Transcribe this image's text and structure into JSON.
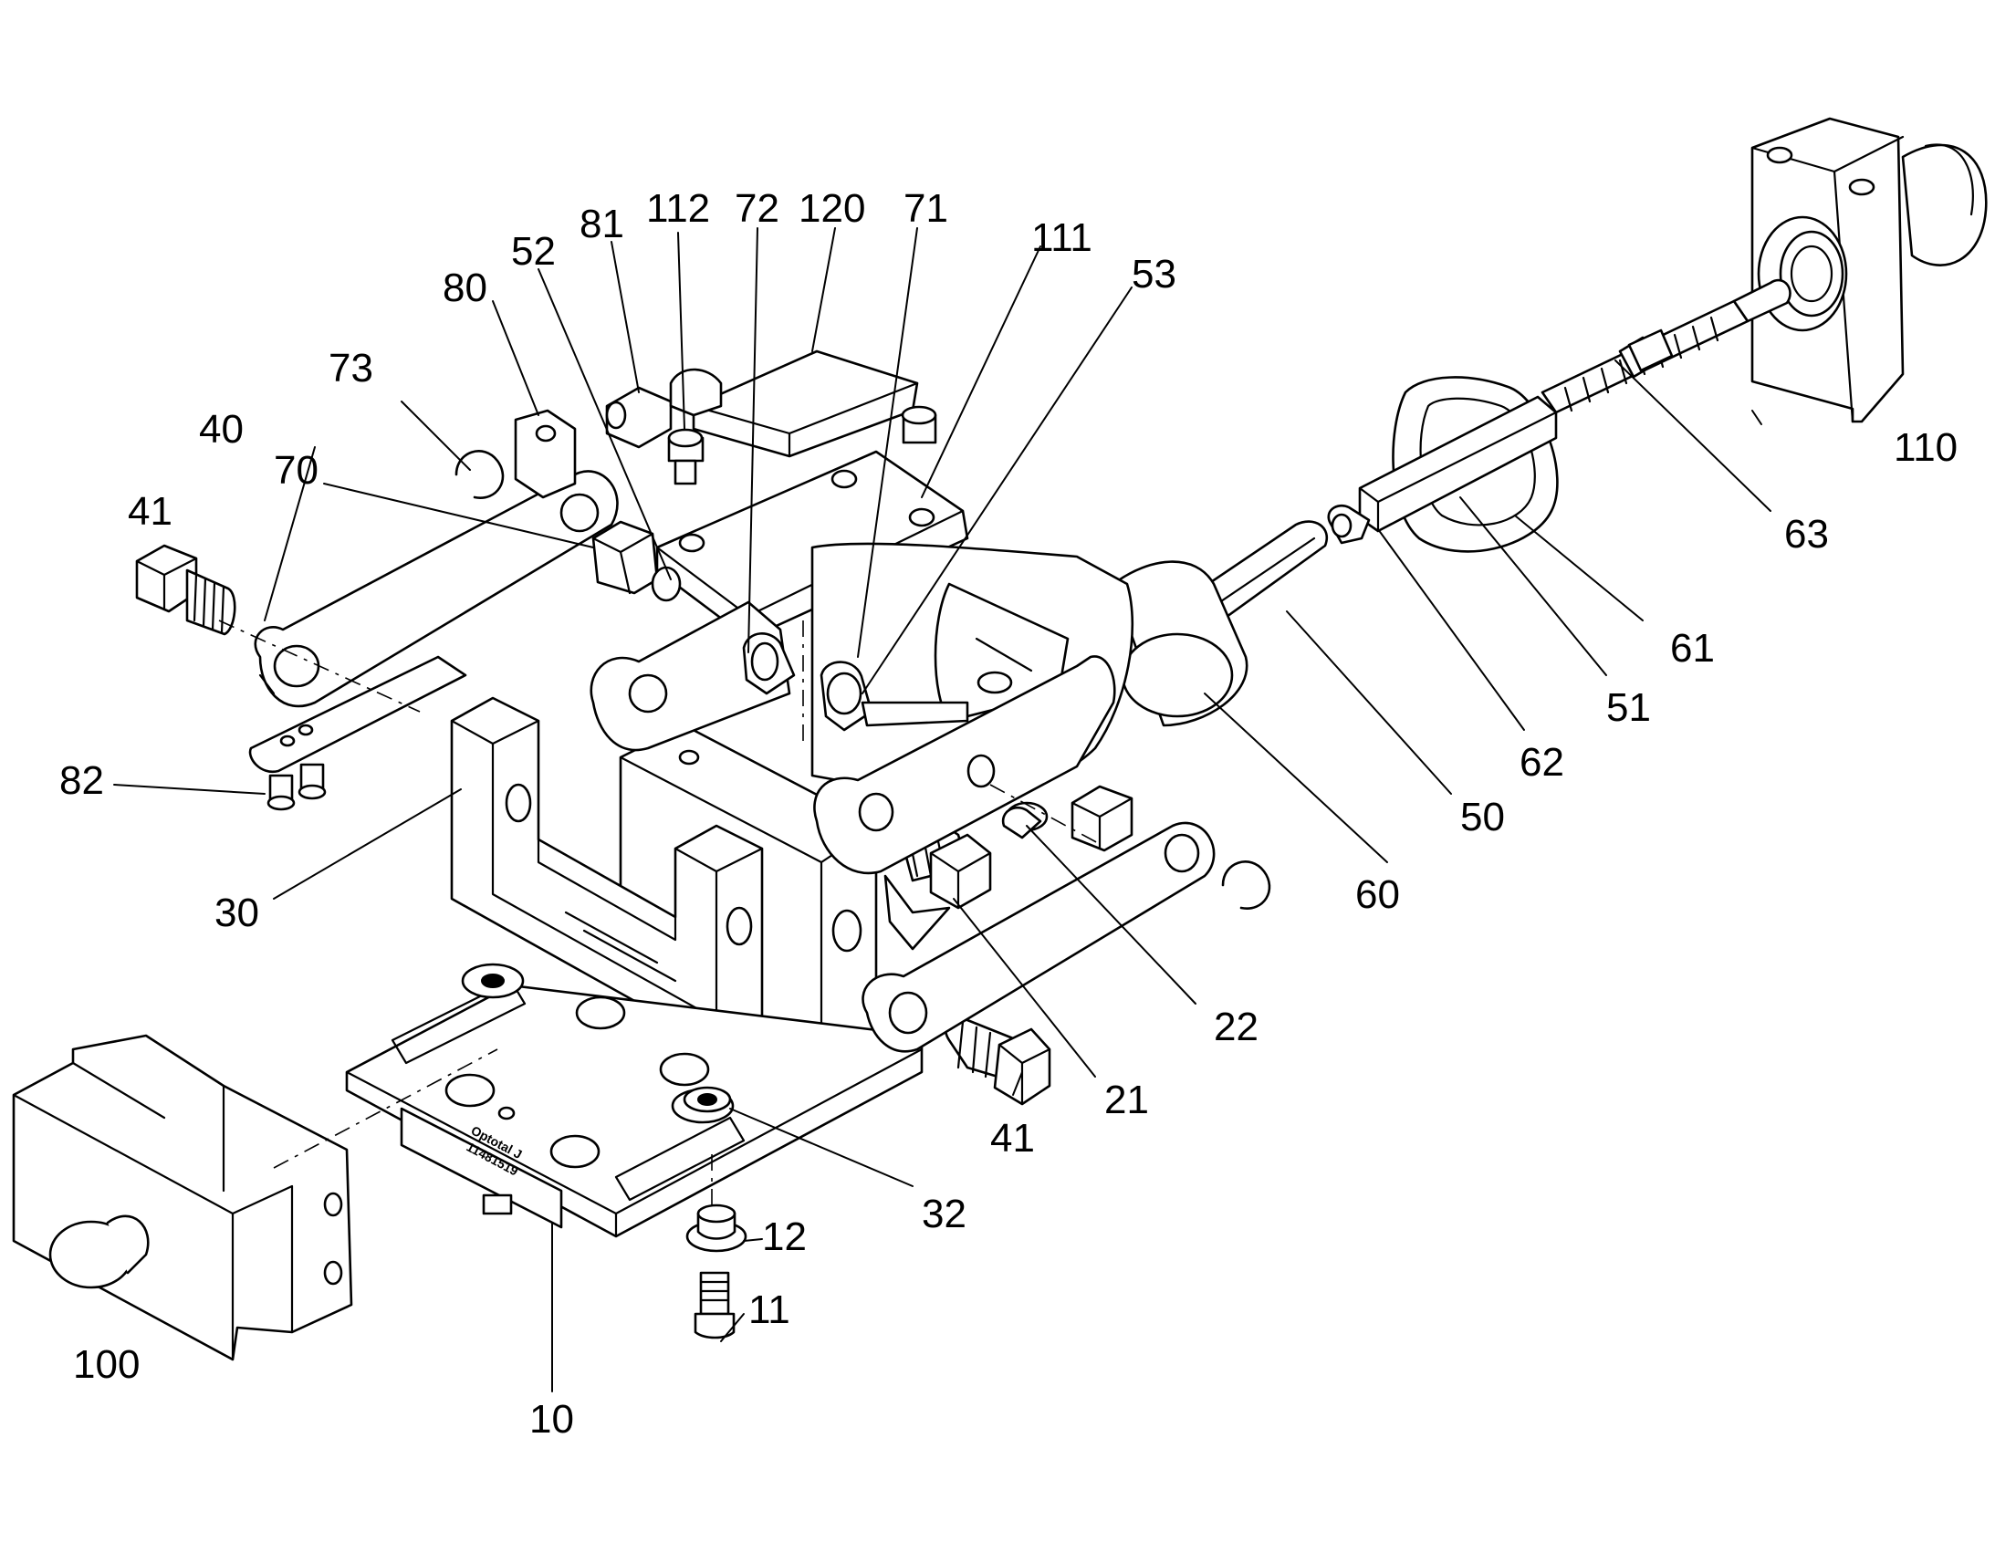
{
  "plate_text": [
    "Optotal J",
    "11481519"
  ],
  "labels": [
    {
      "id": "p10",
      "text": "10"
    },
    {
      "id": "p11",
      "text": "11"
    },
    {
      "id": "p12",
      "text": "12"
    },
    {
      "id": "p21",
      "text": "21"
    },
    {
      "id": "p22",
      "text": "22"
    },
    {
      "id": "p30",
      "text": "30"
    },
    {
      "id": "p32",
      "text": "32"
    },
    {
      "id": "p40",
      "text": "40"
    },
    {
      "id": "p41a",
      "text": "41"
    },
    {
      "id": "p41b",
      "text": "41"
    },
    {
      "id": "p50",
      "text": "50"
    },
    {
      "id": "p51",
      "text": "51"
    },
    {
      "id": "p52",
      "text": "52"
    },
    {
      "id": "p53",
      "text": "53"
    },
    {
      "id": "p60",
      "text": "60"
    },
    {
      "id": "p61",
      "text": "61"
    },
    {
      "id": "p62",
      "text": "62"
    },
    {
      "id": "p63",
      "text": "63"
    },
    {
      "id": "p70",
      "text": "70"
    },
    {
      "id": "p71",
      "text": "71"
    },
    {
      "id": "p72",
      "text": "72"
    },
    {
      "id": "p73",
      "text": "73"
    },
    {
      "id": "p80",
      "text": "80"
    },
    {
      "id": "p81",
      "text": "81"
    },
    {
      "id": "p82",
      "text": "82"
    },
    {
      "id": "p100",
      "text": "100"
    },
    {
      "id": "p110",
      "text": "110"
    },
    {
      "id": "p111",
      "text": "111"
    },
    {
      "id": "p112",
      "text": "112"
    },
    {
      "id": "p120",
      "text": "120"
    }
  ]
}
